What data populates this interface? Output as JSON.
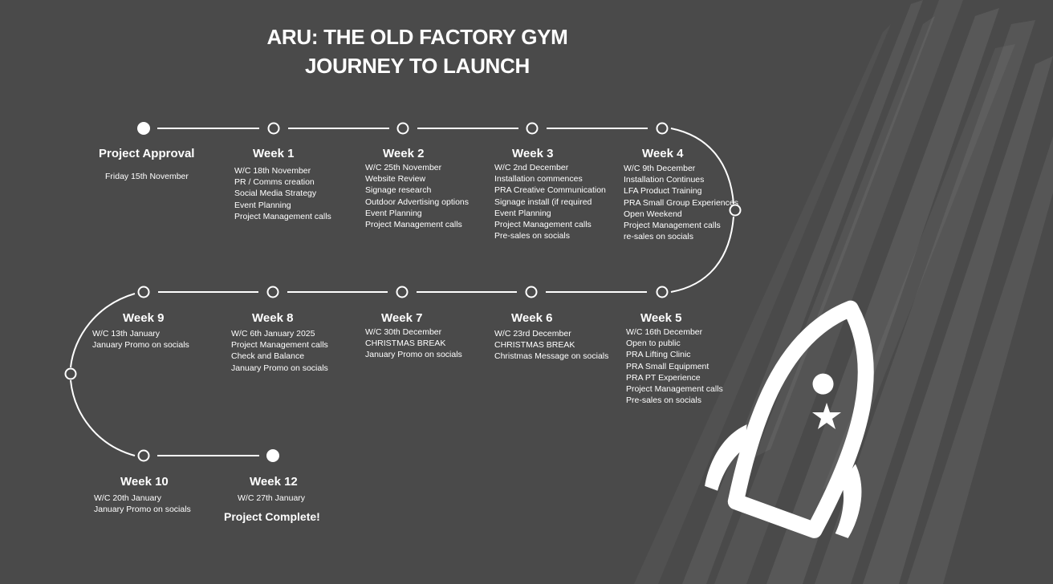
{
  "title": {
    "line1": "ARU: THE OLD FACTORY GYM",
    "line2": "JOURNEY TO LAUNCH"
  },
  "milestones": [
    {
      "heading": "Project Approval",
      "items": [
        "Friday 15th November"
      ]
    },
    {
      "heading": "Week 1",
      "items": [
        "W/C 18th November",
        "PR / Comms creation",
        "Social Media Strategy",
        "Event Planning",
        "Project Management calls"
      ]
    },
    {
      "heading": "Week 2",
      "items": [
        "W/C 25th November",
        "Website Review",
        "Signage research",
        "Outdoor Advertising options",
        "Event Planning",
        "Project Management calls"
      ]
    },
    {
      "heading": "Week 3",
      "items": [
        "W/C 2nd December",
        "Installation commences",
        "PRA Creative Communication",
        "Signage install (if required",
        "Event Planning",
        "Project Management calls",
        "Pre-sales on socials"
      ]
    },
    {
      "heading": "Week 4",
      "items": [
        "W/C 9th December",
        "Installation Continues",
        "LFA Product Training",
        "PRA Small Group Experiences",
        "Open Weekend",
        "Project Management calls",
        "re-sales on socials"
      ]
    },
    {
      "heading": "Week 5",
      "items": [
        "W/C 16th December",
        "Open to public",
        "PRA Lifting Clinic",
        "PRA Small Equipment",
        "PRA  PT Experience",
        "Project Management calls",
        "Pre-sales on socials"
      ]
    },
    {
      "heading": "Week 6",
      "items": [
        "W/C 23rd December",
        "CHRISTMAS BREAK",
        "Christmas Message on socials"
      ]
    },
    {
      "heading": "Week 7",
      "items": [
        "W/C 30th December",
        "CHRISTMAS BREAK",
        "January Promo on socials"
      ]
    },
    {
      "heading": "Week 8",
      "items": [
        "W/C 6th January 2025",
        "Project Management calls",
        "Check and Balance",
        "January Promo on socials"
      ]
    },
    {
      "heading": "Week 9",
      "items": [
        "W/C 13th January",
        "January Promo on socials"
      ]
    },
    {
      "heading": "Week 10",
      "items": [
        "W/C 20th January",
        "January Promo on socials"
      ]
    },
    {
      "heading": "Week 12",
      "items": [
        "W/C 27th January"
      ]
    }
  ],
  "final_label": "Project Complete!",
  "colors": {
    "background": "#4a4a4a",
    "line": "#ffffff",
    "text": "#ffffff"
  },
  "icons": {
    "rocket": "rocket-icon",
    "star": "star-icon"
  }
}
